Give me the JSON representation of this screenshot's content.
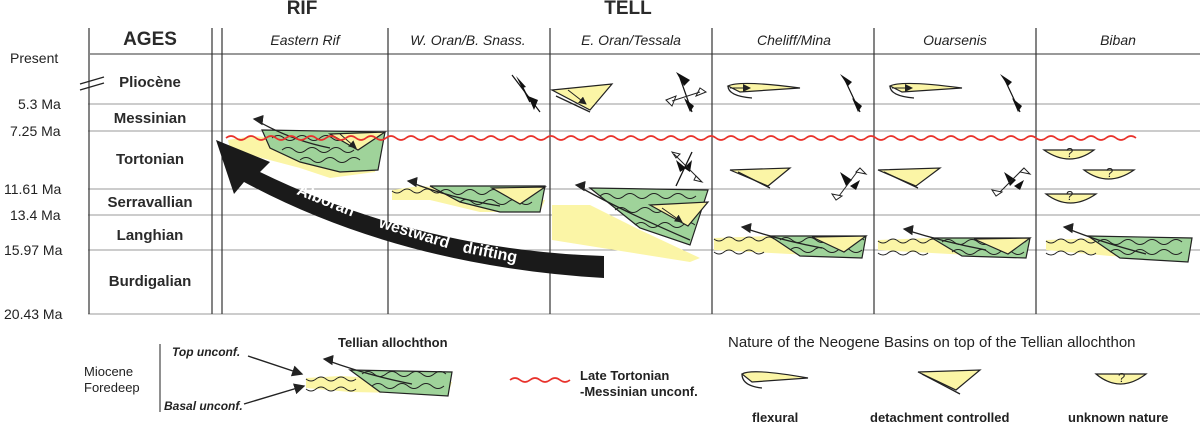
{
  "header": {
    "ages": "AGES",
    "rif": "RIF",
    "tell": "TELL"
  },
  "columns": [
    "Eastern Rif",
    "W. Oran/B. Snass.",
    "E. Oran/Tessala",
    "Cheliff/Mina",
    "Ouarsenis",
    "Biban"
  ],
  "age_labels": [
    "Present",
    "5.3 Ma",
    "7.25 Ma",
    "11.61 Ma",
    "13.4 Ma",
    "15.97 Ma",
    "20.43 Ma"
  ],
  "stages": [
    "Pliocène",
    "Messinian",
    "Tortonian",
    "Serravallian",
    "Langhian",
    "Burdigalian"
  ],
  "arrow_text": [
    "Alboran",
    "westward",
    "drifting"
  ],
  "legend": {
    "miocene": "Miocene",
    "foredeep": "Foredeep",
    "top_unconf": "Top unconf.",
    "basal_unconf": "Basal unconf.",
    "tellian_allochthon": "Tellian allochthon",
    "late_tortonian": "Late Tortonian",
    "messinian_unconf": "-Messinian unconf.",
    "nature_title": "Nature of the Neogene Basins on top of the Tellian allochthon",
    "flexural": "flexural",
    "detachment": "detachment controlled",
    "unknown": "unknown nature",
    "question": "?"
  },
  "colors": {
    "yellow": "#fbf5a6",
    "green": "#9fd39a",
    "red_unconformity": "#e8312b",
    "arrow": "#1a1a1a",
    "grid": "#9a9a9a"
  }
}
